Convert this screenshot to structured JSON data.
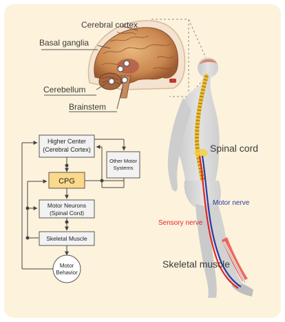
{
  "brain_labels": {
    "cortex": "Cerebral cortex",
    "basal_ganglia": "Basal ganglia",
    "cerebellum": "Cerebellum",
    "brainstem": "Brainstem"
  },
  "body_labels": {
    "spinal_cord": "Spinal cord",
    "motor_nerve": "Motor nerve",
    "sensory_nerve": "Sensory nerve",
    "skeletal_muscle": "Skeletal muscle"
  },
  "flow": {
    "higher_center": [
      "Higher Center",
      "(Cerebral Cortex)"
    ],
    "other_motor": [
      "Other Motor",
      "Systems"
    ],
    "cpg": "CPG",
    "motor_neurons": [
      "Motor Neurons",
      "(Spinal Cord)"
    ],
    "skeletal_muscle": "Skeletal Muscle",
    "motor_behavior": [
      "Motor",
      "Behavior"
    ]
  },
  "colors": {
    "background": "#fdf2dc",
    "cpg_fill": "#fbd98a",
    "box_fill": "#f2f2f2",
    "motor_nerve": "#2b3a9e",
    "sensory_nerve": "#e0262b",
    "spine": "#f0c030",
    "body": "#d6d6d6"
  }
}
